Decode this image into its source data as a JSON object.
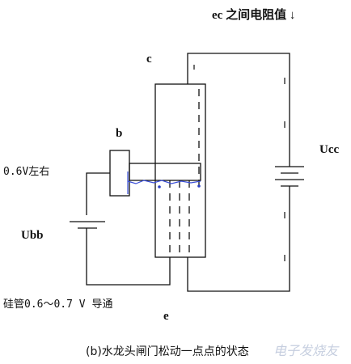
{
  "header": {
    "ec_resistance": "ec 之间电阻值 ↓"
  },
  "terminals": {
    "collector": "c",
    "base": "b",
    "emitter": "e"
  },
  "sources": {
    "collector_supply": "Ucc",
    "base_supply": "Ubb"
  },
  "notes": {
    "base_voltage": "0.6V左右",
    "silicon_conduction": "硅管0.6～0.7 V 导通"
  },
  "caption": "(b)水龙头闸门松动一点点的状态",
  "watermark": "电子发烧友",
  "colors": {
    "line": "#111111",
    "water_level": "#3b4fd8"
  }
}
